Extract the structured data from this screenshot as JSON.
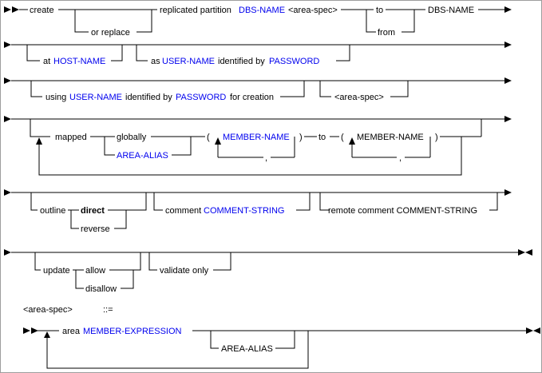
{
  "meta": {
    "description": "Railroad syntax diagram: create replicated partition statement",
    "background": "#FFFFFF"
  },
  "colors": {
    "line": "#000000",
    "text": "#000000",
    "link_text": "#0000EE",
    "border": "#9E9E9E"
  },
  "r1": {
    "create": "create",
    "or_replace": "or replace",
    "replicated_partition": "replicated partition",
    "dbs_name_link": "DBS-NAME",
    "area_spec_ref": "<area-spec>",
    "to": "to",
    "from": "from",
    "dbs_name": "DBS-NAME"
  },
  "r2": {
    "at": "at",
    "host_name_link": "HOST-NAME",
    "as": "as",
    "user_name_link": "USER-NAME",
    "identified_by": "identified by",
    "password_link": "PASSWORD"
  },
  "r3": {
    "using": "using",
    "user_name_link": "USER-NAME",
    "identified_by": "identified by",
    "password_link": "PASSWORD",
    "for_creation": "for creation",
    "area_spec_ref": "<area-spec>"
  },
  "r4": {
    "mapped": "mapped",
    "globally": "globally",
    "area_alias_link": "AREA-ALIAS",
    "lparen": "(",
    "member_name_link": "MEMBER-NAME",
    "comma": ",",
    "rparen": ")",
    "to": "to",
    "lparen2": "(",
    "member_name": "MEMBER-NAME",
    "comma2": ",",
    "rparen2": ")"
  },
  "r5": {
    "outline": "outline",
    "direct": "direct",
    "reverse": "reverse",
    "comment": "comment",
    "comment_string_link": "COMMENT-STRING",
    "remote_comment_clause": "remote comment COMMENT-STRING"
  },
  "r6": {
    "update": "update",
    "allow": "allow",
    "disallow": "disallow",
    "validate_only": "validate only"
  },
  "r7": {
    "area_spec": "<area-spec>",
    "defined_as": "::="
  },
  "r8": {
    "area": "area",
    "member_expression_link": "MEMBER-EXPRESSION",
    "area_alias": "AREA-ALIAS"
  }
}
